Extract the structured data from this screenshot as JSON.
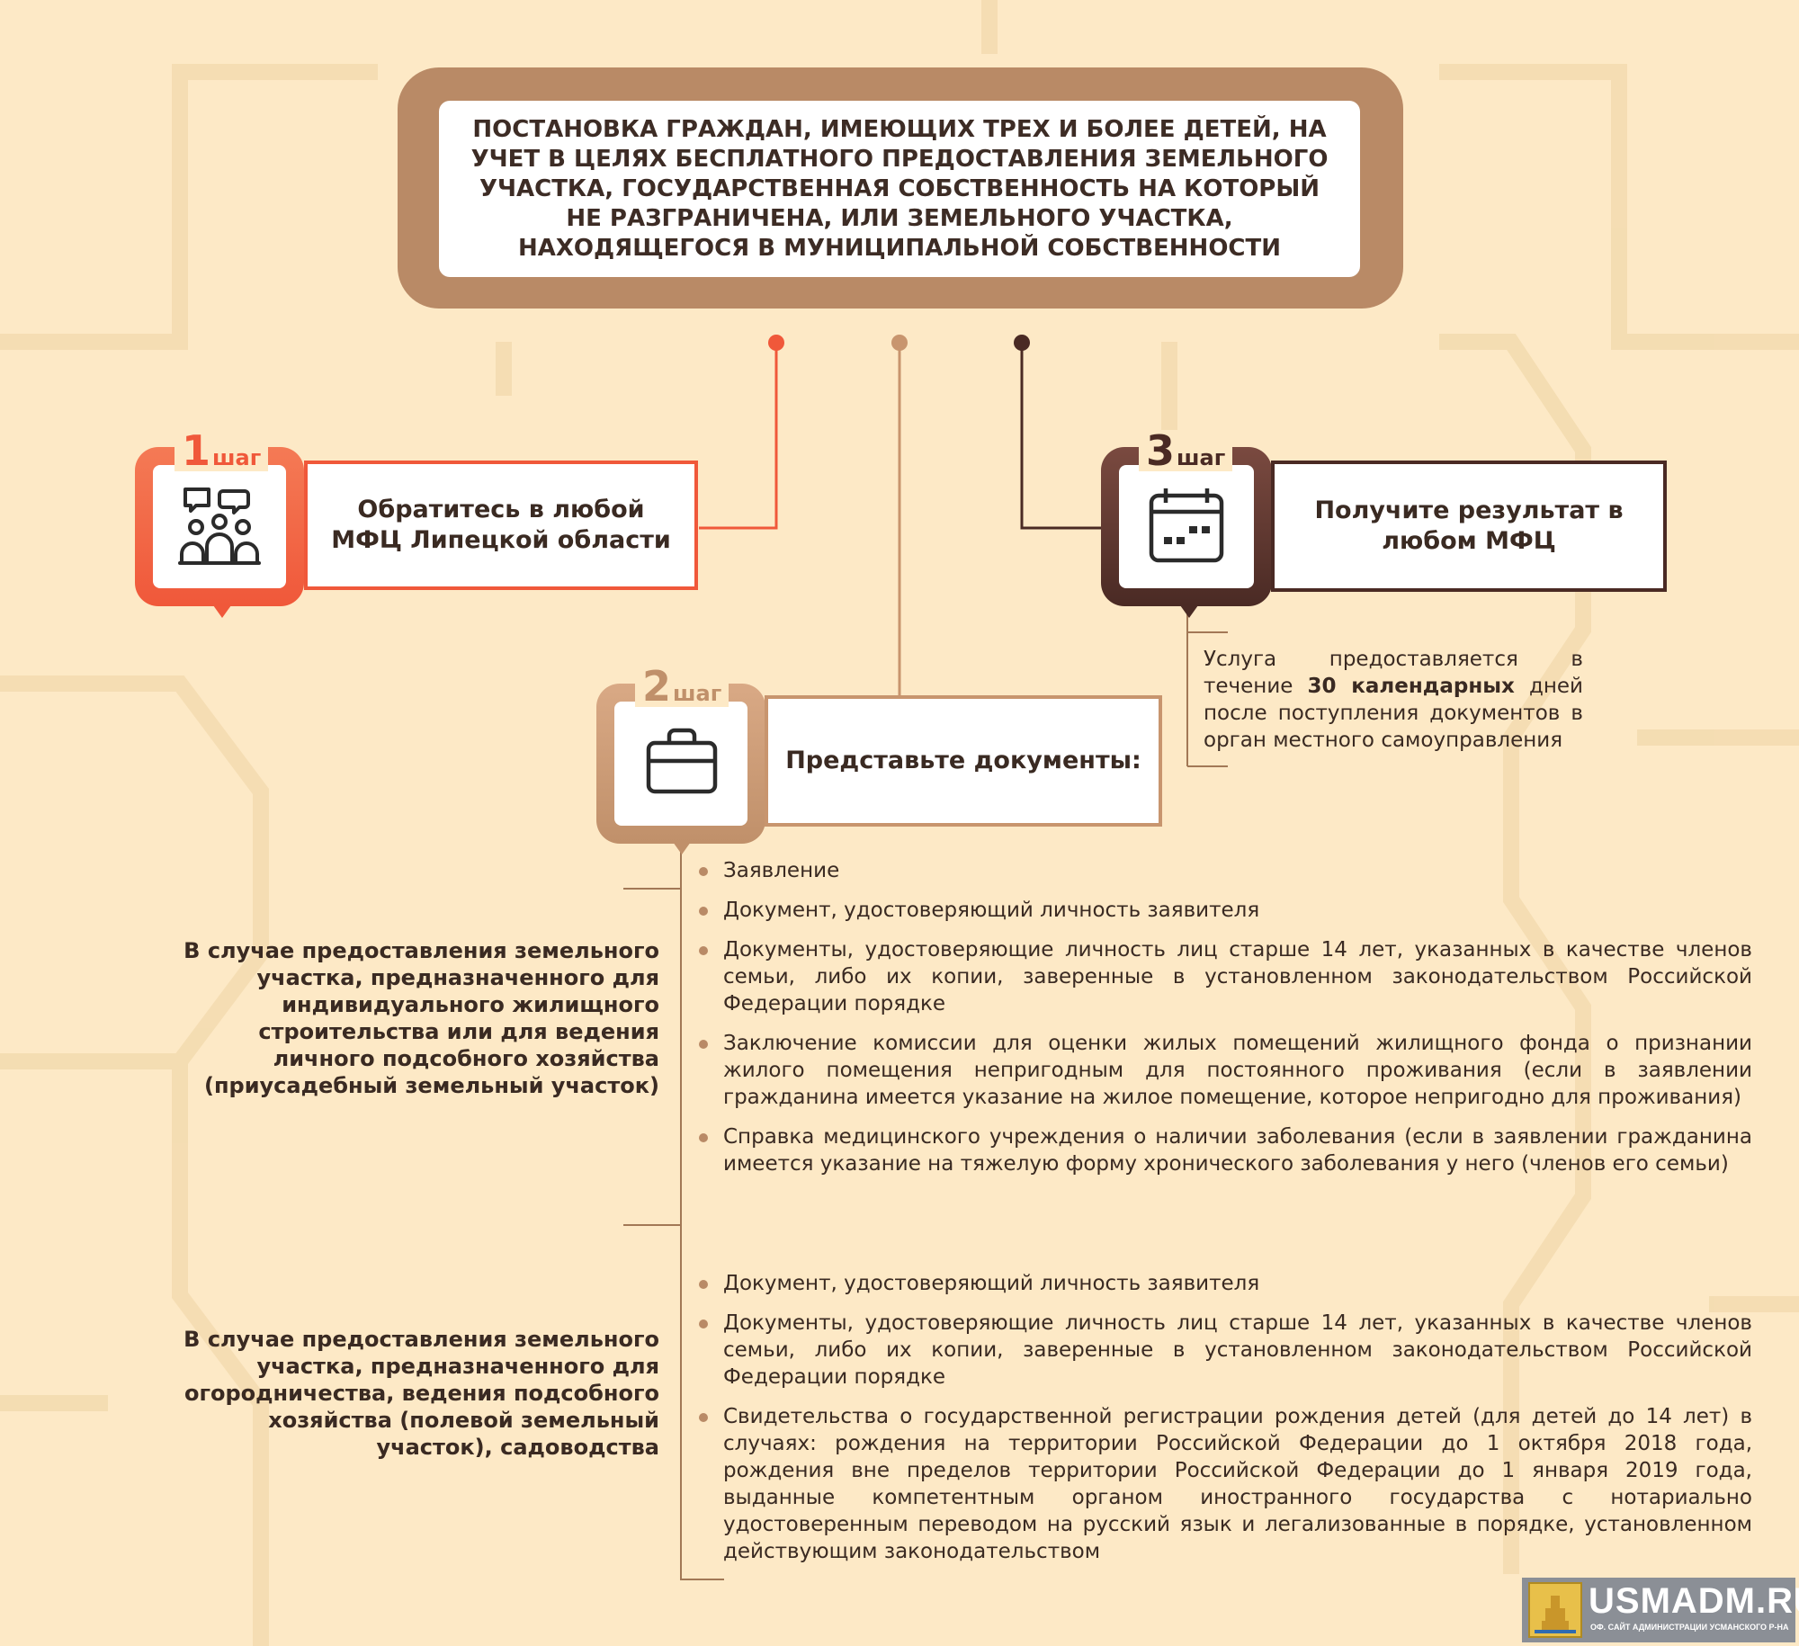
{
  "title": "ПОСТАНОВКА ГРАЖДАН, ИМЕЮЩИХ ТРЕХ И БОЛЕЕ ДЕТЕЙ, НА УЧЕТ В ЦЕЛЯХ БЕСПЛАТНОГО ПРЕДОСТАВЛЕНИЯ ЗЕМЕЛЬНОГО УЧАСТКА, ГОСУДАРСТВЕННАЯ СОБСТВЕННОСТЬ НА КОТОРЫЙ НЕ РАЗГРАНИЧЕНА, ИЛИ ЗЕМЕЛЬНОГО УЧАСТКА, НАХОДЯЩЕГОСЯ В МУНИЦИПАЛЬНОЙ СОБСТВЕННОСТИ",
  "colors": {
    "background": "#fde9c6",
    "title_frame": "#b98a66",
    "step1": "#f0583a",
    "step2": "#c8956e",
    "step3": "#4a2a24",
    "bullet": "#b98a66"
  },
  "steps": {
    "step1": {
      "num": "1",
      "word": "шаг",
      "icon": "people-chat-icon",
      "text": "Обратитесь в любой МФЦ Липецкой области"
    },
    "step2": {
      "num": "2",
      "word": "шаг",
      "icon": "briefcase-icon",
      "text": "Представьте документы:"
    },
    "step3": {
      "num": "3",
      "word": "шаг",
      "icon": "calendar-icon",
      "text": "Получите результат в любом МФЦ"
    }
  },
  "step3_note": {
    "before": "Услуга предоставляется в течение ",
    "bold": "30 календарных",
    "after": " дней после поступления документов в орган местного самоуправления"
  },
  "case1": {
    "label": "В случае предоставления земельного участка, предназначенного для индивидуального жилищного строительства или для ведения личного подсобного хозяйства (приусадебный земельный участок)",
    "docs": [
      "Заявление",
      "Документ, удостоверяющий личность заявителя",
      "Документы, удостоверяющие личность лиц старше 14 лет, указанных в качестве членов семьи, либо их копии, заверенные в установленном законодательством Российской Федерации порядке",
      "Заключение комиссии для оценки жилых помещений жилищного фонда о признании жилого помещения непригодным для постоянного проживания (если в заявлении гражданина имеется указание на жилое помещение, которое непригодно для проживания)",
      "Справка медицинского учреждения о наличии заболевания (если в заявлении гражданина имеется указание на тяжелую форму хронического заболевания у него (членов его семьи)"
    ]
  },
  "case2": {
    "label": "В случае предоставления земельного участка, предназначенного для огородничества, ведения подсобного хозяйства (полевой земельный участок), садоводства",
    "docs": [
      "Документ, удостоверяющий личность заявителя",
      "Документы, удостоверяющие личность лиц старше 14 лет, указанных в качестве членов семьи, либо их копии, заверенные в установленном законодательством Российской Федерации порядке",
      "Свидетельства о государственной регистрации рождения детей (для детей до 14 лет) в случаях: рождения на территории Российской Федерации до 1 октября 2018 года, рождения вне пределов территории Российской Федерации до 1 января 2019 года, выданные компетентным органом иностранного государства с нотариально удостоверенным переводом на русский язык и легализованные в порядке, установленном действующим законодательством"
    ]
  },
  "watermark": {
    "title": "USMADM.RU",
    "subtitle": "ОФ. САЙТ АДМИНИСТРАЦИИ УСМАНСКОГО Р-НА"
  }
}
